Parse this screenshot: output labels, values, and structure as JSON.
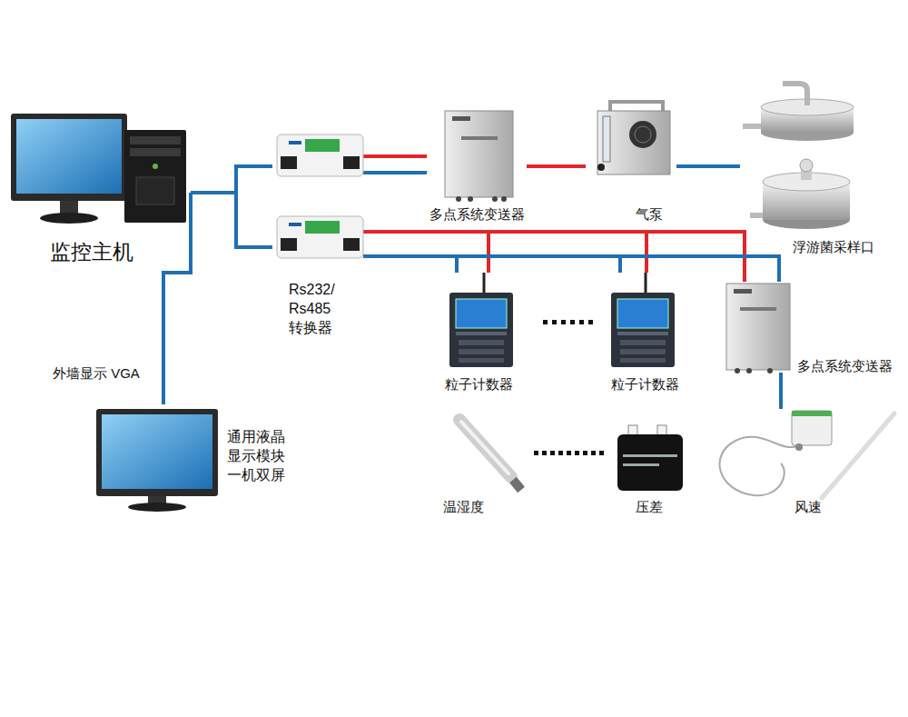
{
  "diagram": {
    "nodes": [
      {
        "text": [
          "监控主机"
        ]
      },
      {
        "text": [
          "通用液晶 显示模块 一机双屏"
        ]
      },
      {
        "text": [
          "Rs232/ Rs485 转换器"
        ]
      },
      {
        "text": [
          "多点系统变送器"
        ]
      },
      {
        "text": [
          "气泵"
        ]
      },
      {
        "text": [
          "浮游菌采样口"
        ]
      },
      {
        "text": [
          "粒子计数器"
        ]
      },
      {
        "text": [
          "粒子计数器"
        ]
      },
      {
        "text": [
          "多点系统变送器"
        ]
      },
      {
        "text": [
          "温湿度"
        ]
      },
      {
        "text": [
          "压差"
        ]
      },
      {
        "text": [
          "风速"
        ]
      }
    ],
    "edges": [
      {
        "from": 0,
        "to": 2,
        "arrow": "none"
      },
      {
        "from": 0,
        "to": 1,
        "label": "外墙显示 VGA",
        "arrow": "none"
      },
      {
        "from": 2,
        "to": 3,
        "arrow": "none"
      },
      {
        "from": 3,
        "to": 4,
        "arrow": "none"
      },
      {
        "from": 4,
        "to": 5,
        "arrow": "none"
      },
      {
        "from": 2,
        "to": 6,
        "arrow": "none"
      },
      {
        "from": 2,
        "to": 7,
        "arrow": "none"
      },
      {
        "from": 2,
        "to": 8,
        "arrow": "none"
      },
      {
        "from": 8,
        "to": 11,
        "arrow": "none"
      }
    ]
  }
}
